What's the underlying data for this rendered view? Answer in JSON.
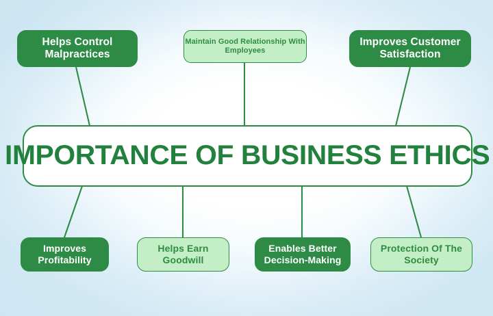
{
  "diagram": {
    "title": "IMPORTANCE OF BUSINESS ETHICS",
    "colors": {
      "dark_green": "#2e8b46",
      "light_green": "#c4efc6",
      "title_green": "#22813c",
      "background_light_blue": "#d5eaf5",
      "connector": "#2e8b46"
    },
    "top_nodes": [
      {
        "id": "helps-control-malpractices",
        "label": "Helps Control Malpractices",
        "style": "dark"
      },
      {
        "id": "maintain-good-relationship",
        "label": "Maintain Good Relationship With Employees",
        "style": "light"
      },
      {
        "id": "improves-customer-satisfaction",
        "label": "Improves Customer Satisfaction",
        "style": "dark"
      }
    ],
    "bottom_nodes": [
      {
        "id": "improves-profitability",
        "label": "Improves Profitability",
        "style": "dark"
      },
      {
        "id": "helps-earn-goodwill",
        "label": "Helps Earn Goodwill",
        "style": "light"
      },
      {
        "id": "enables-better-decision-making",
        "label": "Enables Better Decision-Making",
        "style": "dark"
      },
      {
        "id": "protection-of-the-society",
        "label": "Protection Of The Society",
        "style": "light"
      }
    ]
  }
}
